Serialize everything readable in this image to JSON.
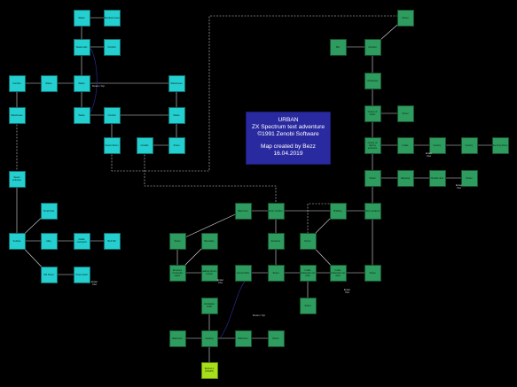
{
  "title_box": {
    "title": "URBAN",
    "subtitle": "ZX Spectrum text adventure",
    "copyright": "©1991 Zenobi Software",
    "credit": "Map created by Bezz",
    "date": "16.04.2019"
  },
  "colors": {
    "cyan": "#25cfcf",
    "green": "#2e9c5e",
    "lime": "#a6e01a",
    "title": "#2a2aa0",
    "background": "#000000"
  },
  "nodes": [
    {
      "id": "n1",
      "color": "cyan",
      "label": "Waste"
    },
    {
      "id": "n2",
      "color": "cyan",
      "label": "Bloodrain Area"
    },
    {
      "id": "n3",
      "color": "cyan",
      "label": "Dead ends"
    },
    {
      "id": "n4",
      "color": "cyan",
      "label": "Corridor"
    },
    {
      "id": "n5",
      "color": "cyan",
      "label": "Corridor"
    },
    {
      "id": "n6",
      "color": "cyan",
      "label": "Waste"
    },
    {
      "id": "n7",
      "color": "cyan",
      "label": "Waste"
    },
    {
      "id": "n8",
      "color": "cyan",
      "label": "Warehouse"
    },
    {
      "id": "n9",
      "color": "cyan",
      "label": "Warehouse"
    },
    {
      "id": "n10",
      "color": "cyan",
      "label": "Waste"
    },
    {
      "id": "n11",
      "color": "cyan",
      "label": "Corridor"
    },
    {
      "id": "n12",
      "color": "cyan",
      "label": "Waste"
    },
    {
      "id": "n13",
      "color": "cyan",
      "label": "Sewer Room"
    },
    {
      "id": "n14",
      "color": "cyan",
      "label": "Outside"
    },
    {
      "id": "n15",
      "color": "cyan",
      "label": "Street"
    },
    {
      "id": "n16",
      "color": "cyan",
      "label": "Sewer entrance"
    },
    {
      "id": "n17",
      "color": "cyan",
      "label": "Small hole"
    },
    {
      "id": "n18",
      "color": "cyan",
      "label": "Surface"
    },
    {
      "id": "n19",
      "color": "cyan",
      "label": "Alley"
    },
    {
      "id": "n20",
      "color": "cyan",
      "label": "Castle courtyard"
    },
    {
      "id": "n21",
      "color": "cyan",
      "label": "Bell Tall"
    },
    {
      "id": "n22",
      "color": "cyan",
      "label": "Old Street"
    },
    {
      "id": "n23",
      "color": "cyan",
      "label": "Street shell"
    },
    {
      "id": "g1",
      "color": "green",
      "label": "Street"
    },
    {
      "id": "g2",
      "color": "green",
      "label": "Bar"
    },
    {
      "id": "g3",
      "color": "green",
      "label": "Junction"
    },
    {
      "id": "g4",
      "color": "green",
      "label": "Underpass"
    },
    {
      "id": "g5",
      "color": "green",
      "label": "Corner of street"
    },
    {
      "id": "g6",
      "color": "green",
      "label": "Street"
    },
    {
      "id": "g7",
      "color": "green",
      "label": "Corner of factory entrance"
    },
    {
      "id": "g8",
      "color": "green",
      "label": "Inside"
    },
    {
      "id": "g9",
      "color": "green",
      "label": "Factory"
    },
    {
      "id": "g10",
      "color": "green",
      "label": "Factory"
    },
    {
      "id": "g11",
      "color": "green",
      "label": "Security Room"
    },
    {
      "id": "g12",
      "color": "green",
      "label": "Street"
    },
    {
      "id": "g13",
      "color": "green",
      "label": "Alleyway"
    },
    {
      "id": "g14",
      "color": "green",
      "label": "Outside door"
    },
    {
      "id": "g15",
      "color": "green",
      "label": "Street"
    },
    {
      "id": "g16",
      "color": "green",
      "label": "Back door"
    },
    {
      "id": "g17",
      "color": "green",
      "label": "Door corridor"
    },
    {
      "id": "g18",
      "color": "green",
      "label": "Building"
    },
    {
      "id": "g19",
      "color": "green",
      "label": "Floor entrance"
    },
    {
      "id": "g20",
      "color": "green",
      "label": "Street"
    },
    {
      "id": "g21",
      "color": "green",
      "label": "Boundary"
    },
    {
      "id": "g22",
      "color": "green",
      "label": "Entrance"
    },
    {
      "id": "g23",
      "color": "green",
      "label": "Room"
    },
    {
      "id": "g24",
      "color": "green",
      "label": "Entrance crossroad upper"
    },
    {
      "id": "g25",
      "color": "green",
      "label": "Hallway Room 2 Hole"
    },
    {
      "id": "g26",
      "color": "green",
      "label": "Ground floor"
    },
    {
      "id": "g27",
      "color": "green",
      "label": "Street"
    },
    {
      "id": "g28",
      "color": "green",
      "label": "Inside underpass car area"
    },
    {
      "id": "g29",
      "color": "green",
      "label": "Inside underpass car area"
    },
    {
      "id": "g30",
      "color": "green",
      "label": "Street"
    },
    {
      "id": "g31",
      "color": "green",
      "label": "Street"
    },
    {
      "id": "g32",
      "color": "green",
      "label": "Ventilation shaft"
    },
    {
      "id": "g33",
      "color": "green",
      "label": "Bathroom"
    },
    {
      "id": "g34",
      "color": "green",
      "label": "Bathroom"
    },
    {
      "id": "g35",
      "color": "green",
      "label": "Landing"
    },
    {
      "id": "g36",
      "color": "green",
      "label": "Room"
    },
    {
      "id": "l1",
      "color": "lime",
      "label": "Bedroom (START)"
    }
  ],
  "edge_labels": [
    {
      "id": "e1",
      "text": "Down / Up"
    },
    {
      "id": "e2",
      "text": "Enter\nOut"
    },
    {
      "id": "e3",
      "text": "Enter\nOut"
    },
    {
      "id": "e4",
      "text": "Enter\nOut"
    },
    {
      "id": "e5",
      "text": "Enter\nOut"
    },
    {
      "id": "e6",
      "text": "Enter\nOut"
    },
    {
      "id": "e7",
      "text": "Down / Up"
    }
  ]
}
